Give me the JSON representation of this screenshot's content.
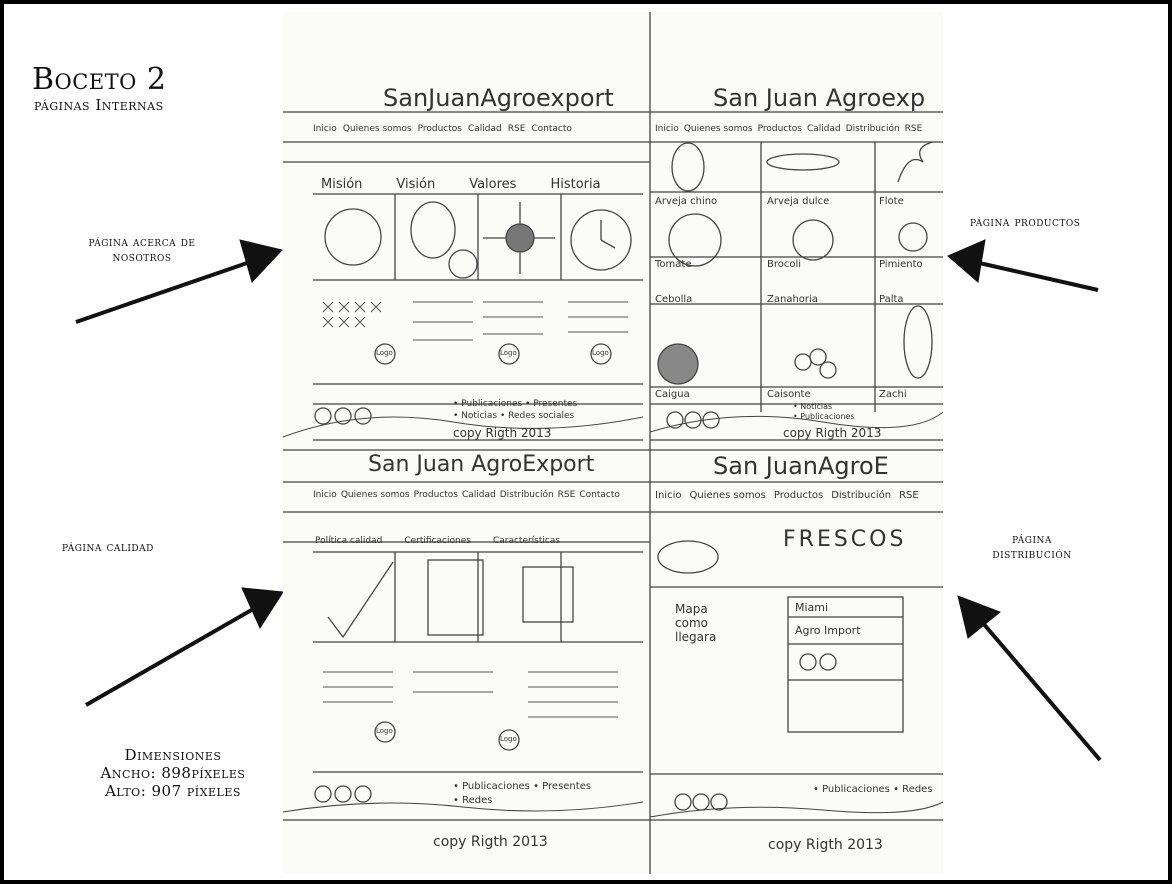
{
  "labels": {
    "title": "Boceto 2",
    "subtitle": "páginas Internas",
    "about": "página acerca de nosotros",
    "about_l1": "página acerca de",
    "about_l2": "nosotros",
    "products": "página productos",
    "quality": "página calidad",
    "distribution_l1": "página",
    "distribution_l2": "distribución",
    "dims_title": "Dimensiones",
    "dims_width": "Ancho: 898píxeles",
    "dims_height": "Alto: 907 píxeles"
  },
  "sketch": {
    "brand_full": "SanJuanAgroexport",
    "brand_tr": "San Juan Agroexp",
    "brand_bl": "San Juan AgroExport",
    "brand_br": "San JuanAgroE",
    "nav_tl": [
      "Inicio",
      "Quienes somos",
      "Productos",
      "Calidad",
      "RSE",
      "Contacto"
    ],
    "nav_tr": [
      "Inicio",
      "Quienes somos",
      "Productos",
      "Calidad",
      "Distribución",
      "RSE"
    ],
    "nav_bl": [
      "Inicio",
      "Quienes somos",
      "Productos",
      "Calidad",
      "Distribución",
      "RSE",
      "Contacto"
    ],
    "nav_br": [
      "Inicio",
      "Quienes somos",
      "Productos",
      "Distribución",
      "RSE"
    ],
    "about_cols": [
      "Misión",
      "Visión",
      "Valores",
      "Historia"
    ],
    "products_row1": [
      "Arveja chino",
      "Arveja dulce",
      "Flote"
    ],
    "products_row2": [
      "Tomate",
      "Brocoli",
      "Pimiento"
    ],
    "products_row3": [
      "Cebolla",
      "Zanahoria",
      "Palta"
    ],
    "products_row4": [
      "Caigua",
      "Caisonte",
      "Zachi"
    ],
    "quality_cols": [
      "Política calidad",
      "Certificaciones",
      "Características"
    ],
    "frescos": "FRESCOS",
    "mapa": [
      "Mapa",
      "como",
      "llegara"
    ],
    "miami": "Miami",
    "agro_import": "Agro Import",
    "logo": "Logo",
    "footer_links_tl": [
      "• Publicaciones",
      "• Presentes",
      "• Noticias",
      "• Redes sociales"
    ],
    "footer_links_tr": [
      "• Noticias",
      "• Publicaciones"
    ],
    "footer_links_bl": [
      "• Publicaciones",
      "• Presentes",
      "• Redes"
    ],
    "footer_links_br": [
      "• Publicaciones",
      "• Redes"
    ],
    "copyright": "copy Rigth 2013"
  }
}
